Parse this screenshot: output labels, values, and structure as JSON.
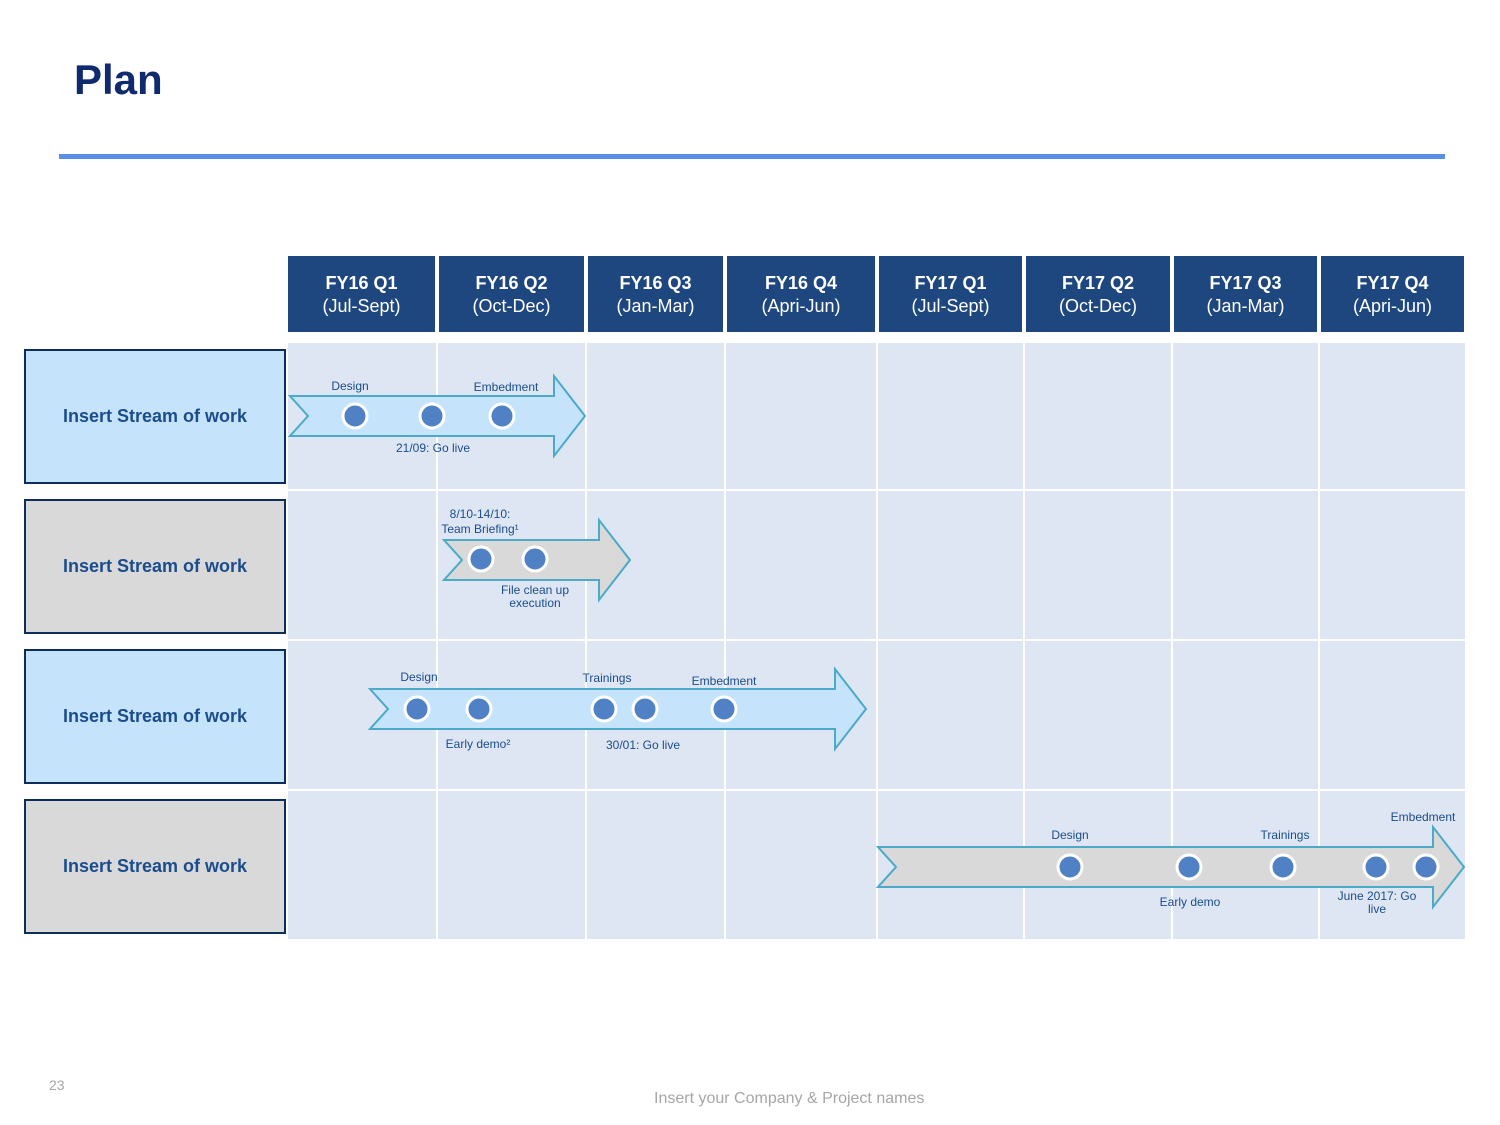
{
  "page": {
    "title": "Plan",
    "page_number": "23",
    "footer": "Insert your Company & Project names"
  },
  "quarters": [
    {
      "q": "FY16 Q1",
      "range": "(Jul-Sept)"
    },
    {
      "q": "FY16 Q2",
      "range": "(Oct-Dec)"
    },
    {
      "q": "FY16 Q3",
      "range": "(Jan-Mar)"
    },
    {
      "q": "FY16 Q4",
      "range": "(Apri-Jun)"
    },
    {
      "q": "FY17 Q1",
      "range": "(Jul-Sept)"
    },
    {
      "q": "FY17 Q2",
      "range": "(Oct-Dec)"
    },
    {
      "q": "FY17 Q3",
      "range": "(Jan-Mar)"
    },
    {
      "q": "FY17 Q4",
      "range": "(Apri-Jun)"
    }
  ],
  "streams": [
    {
      "label": "Insert Stream of work",
      "style": "blue"
    },
    {
      "label": "Insert Stream of work",
      "style": "gray"
    },
    {
      "label": "Insert Stream of work",
      "style": "blue"
    },
    {
      "label": "Insert Stream of work",
      "style": "gray"
    }
  ],
  "colors": {
    "header": "#1f477f",
    "grid": "#dde6f2",
    "arrow_blue": "#c5e3fb",
    "arrow_gray": "#d9d9d9",
    "arrow_stroke": "#4aaac8",
    "milestone": "#4f81c4",
    "text": "#1b4d8c"
  },
  "milestone_labels": {
    "s1_design": "Design",
    "s1_embedment": "Embedment",
    "s1_golive": "21/09: Go live",
    "s2_briefing_1": "8/10-14/10:",
    "s2_briefing_2": "Team Briefing¹",
    "s2_cleanup_1": "File clean up",
    "s2_cleanup_2": "execution",
    "s3_design": "Design",
    "s3_trainings": "Trainings",
    "s3_embedment": "Embedment",
    "s3_earlydemo": "Early demo²",
    "s3_golive": "30/01: Go live",
    "s4_design": "Design",
    "s4_trainings": "Trainings",
    "s4_embedment": "Embedment",
    "s4_earlydemo": "Early demo",
    "s4_golive_1": "June 2017: Go",
    "s4_golive_2": "live"
  }
}
